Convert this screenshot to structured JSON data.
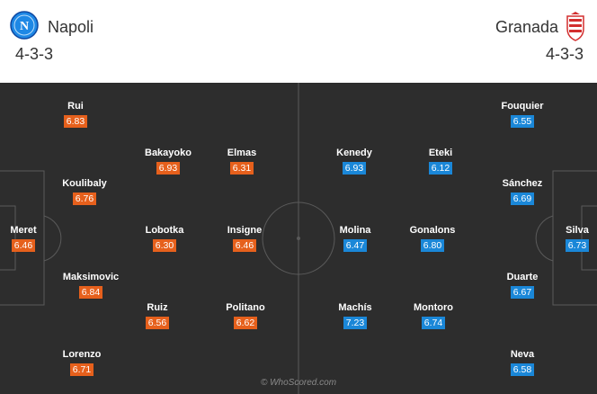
{
  "home": {
    "name": "Napoli",
    "formation": "4-3-3",
    "color": "#e6601c",
    "logo_icon": "napoli-badge-icon",
    "players": [
      {
        "name": "Rui",
        "rating": "6.83"
      },
      {
        "name": "Koulibaly",
        "rating": "6.76"
      },
      {
        "name": "Meret",
        "rating": "6.46"
      },
      {
        "name": "Maksimovic",
        "rating": "6.84"
      },
      {
        "name": "Lorenzo",
        "rating": "6.71"
      },
      {
        "name": "Bakayoko",
        "rating": "6.93"
      },
      {
        "name": "Lobotka",
        "rating": "6.30"
      },
      {
        "name": "Ruiz",
        "rating": "6.56"
      },
      {
        "name": "Elmas",
        "rating": "6.31"
      },
      {
        "name": "Insigne",
        "rating": "6.46"
      },
      {
        "name": "Politano",
        "rating": "6.62"
      }
    ]
  },
  "away": {
    "name": "Granada",
    "formation": "4-3-3",
    "color": "#1a87d8",
    "logo_icon": "granada-crest-icon",
    "players": [
      {
        "name": "Kenedy",
        "rating": "6.93"
      },
      {
        "name": "Molina",
        "rating": "6.47"
      },
      {
        "name": "Machís",
        "rating": "7.23"
      },
      {
        "name": "Eteki",
        "rating": "6.12"
      },
      {
        "name": "Gonalons",
        "rating": "6.80"
      },
      {
        "name": "Montoro",
        "rating": "6.74"
      },
      {
        "name": "Fouquier",
        "rating": "6.55"
      },
      {
        "name": "Sánchez",
        "rating": "6.69"
      },
      {
        "name": "Duarte",
        "rating": "6.67"
      },
      {
        "name": "Neva",
        "rating": "6.58"
      },
      {
        "name": "Silva",
        "rating": "6.73"
      }
    ]
  },
  "watermark": "© WhoScored.com",
  "pitch_color": "#2d2d2d"
}
